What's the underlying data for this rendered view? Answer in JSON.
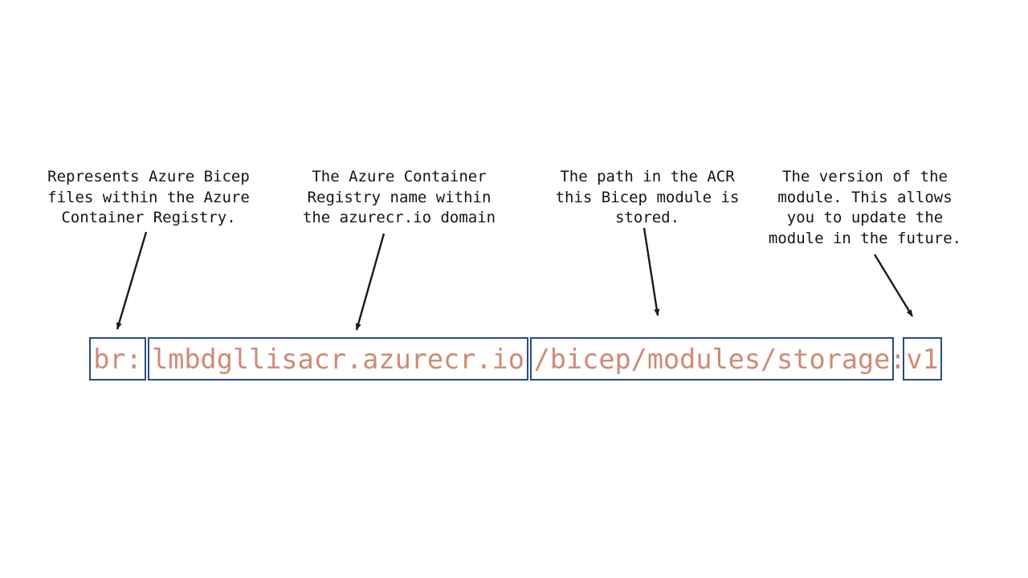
{
  "slide": {
    "background_color": "#ffffff",
    "colors": {
      "label_text": "#141414",
      "arrow": "#1a1a1a",
      "box_border": "#2b4c7e",
      "code_text": "#ce8b76"
    },
    "annotations": [
      {
        "target": "scheme-prefix",
        "lines": [
          "Represents Azure Bicep",
          "files within the Azure",
          "Container Registry."
        ]
      },
      {
        "target": "registry-name",
        "lines": [
          "The Azure Container",
          "Registry name within",
          "the azurecr.io domain"
        ]
      },
      {
        "target": "module-path",
        "lines": [
          "The path in the ACR",
          "this Bicep module is",
          "stored."
        ]
      },
      {
        "target": "version-tag",
        "lines": [
          "The version of the",
          "module. This allows",
          "you to update the",
          "module in the future."
        ]
      }
    ],
    "module_reference": {
      "full_string": "br:lmbdgllisacr.azurecr.io/bicep/modules/storage:v1",
      "segments": {
        "scheme": "br:",
        "registry": "lmbdgllisacr.azurecr.io",
        "path": "/bicep/modules/storage",
        "separator": ":",
        "version": "v1"
      }
    }
  }
}
